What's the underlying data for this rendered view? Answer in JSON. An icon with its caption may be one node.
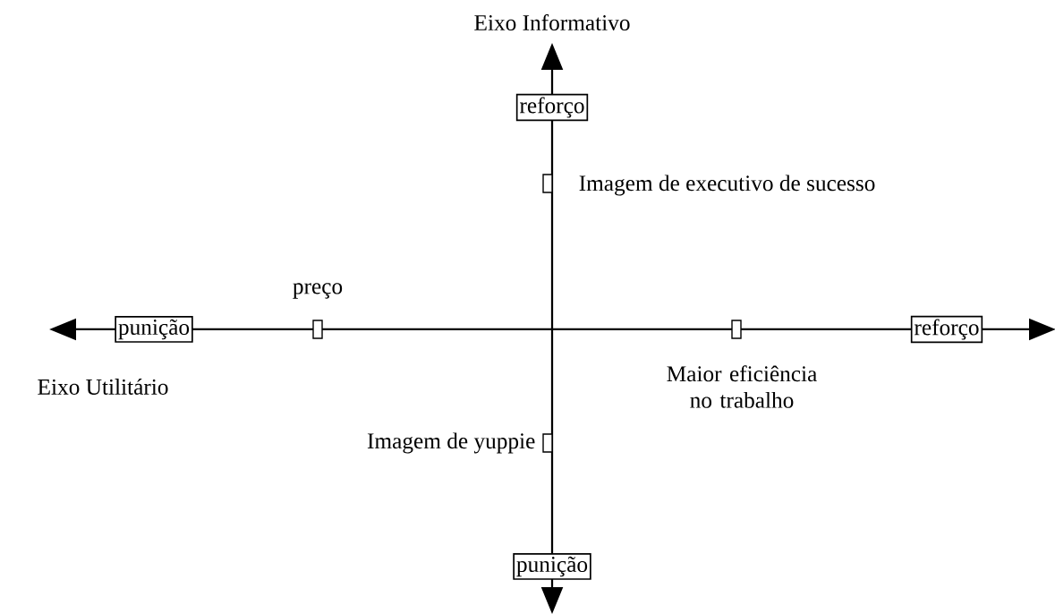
{
  "diagram": {
    "nodes": [
      {
        "text": [
          "reforço"
        ]
      },
      {
        "text": [],
        "shape": "box",
        "beside": [
          "Imagem de executivo de sucesso"
        ]
      },
      {
        "text": [
          "punição"
        ]
      },
      {
        "text": [],
        "shape": "box",
        "beside": [
          "preço"
        ]
      },
      {
        "text": [],
        "shape": "box",
        "beside": [
          "Maior eficiência no trabalho"
        ]
      },
      {
        "text": [
          "reforço"
        ]
      },
      {
        "text": [],
        "shape": "box",
        "beside": [
          "Imagem de yuppie"
        ]
      },
      {
        "text": [
          "punição"
        ]
      }
    ],
    "labels": [
      "Eixo Informativo",
      "Eixo Utilitário"
    ]
  }
}
